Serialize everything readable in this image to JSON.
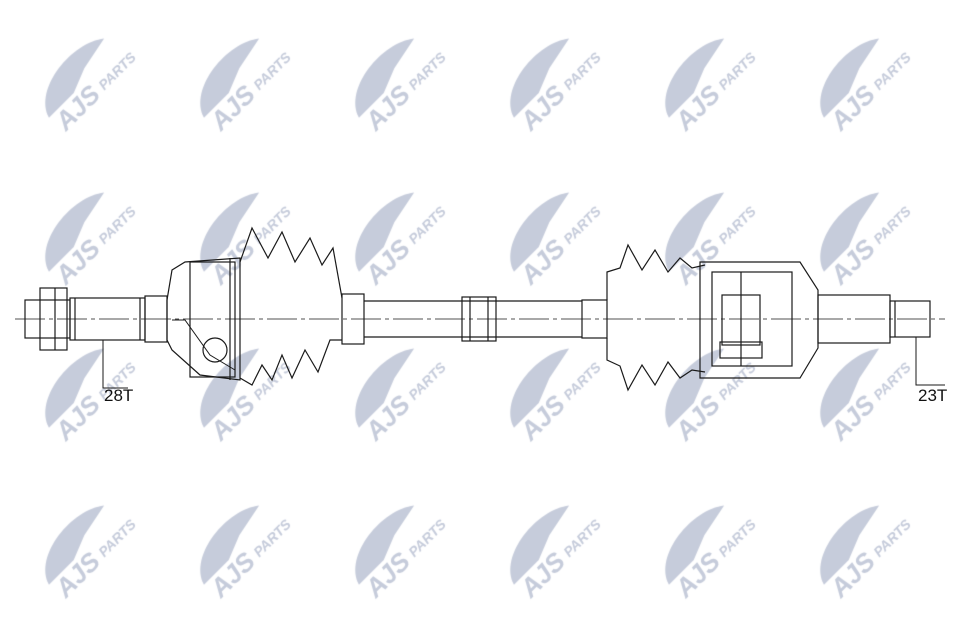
{
  "watermark": {
    "brand": "AJS",
    "sub": "PARTS",
    "color": "#c6ccdb"
  },
  "diagram": {
    "labels": {
      "left_spline": "28T",
      "right_spline": "23T"
    },
    "line_color": "#1a1a1a"
  }
}
